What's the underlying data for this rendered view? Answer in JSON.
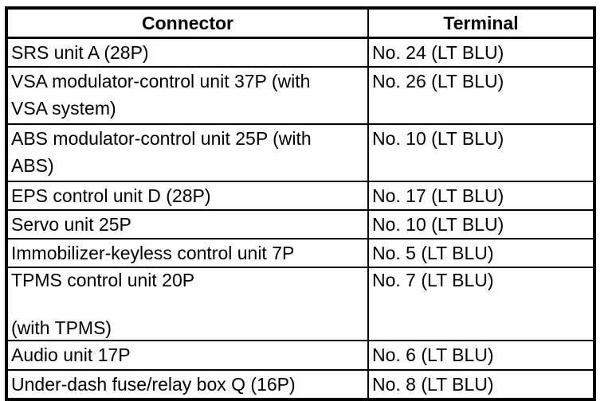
{
  "table": {
    "headers": {
      "connector": "Connector",
      "terminal": "Terminal"
    },
    "rows": [
      {
        "connector": "SRS unit A (28P)",
        "terminal": "No. 24 (LT BLU)"
      },
      {
        "connector": "VSA modulator-control unit 37P (with\nVSA system)",
        "terminal": "No. 26 (LT BLU)"
      },
      {
        "connector": "ABS modulator-control unit 25P (with\nABS)",
        "terminal": "No. 10 (LT BLU)"
      },
      {
        "connector": "EPS control unit D (28P)",
        "terminal": "No. 17 (LT BLU)"
      },
      {
        "connector": "Servo unit 25P",
        "terminal": "No. 10 (LT BLU)"
      },
      {
        "connector": "Immobilizer-keyless control unit 7P",
        "terminal": "No. 5 (LT BLU)"
      },
      {
        "connector": "TPMS control unit 20P\n\n(with TPMS)",
        "terminal": "No. 7 (LT BLU)"
      },
      {
        "connector": "Audio unit 17P",
        "terminal": "No. 6 (LT BLU)"
      },
      {
        "connector": "Under-dash fuse/relay box Q (16P)",
        "terminal": "No. 8 (LT BLU)"
      }
    ],
    "colors": {
      "text": "#000000",
      "background": "#ffffff",
      "border": "#000000"
    }
  }
}
